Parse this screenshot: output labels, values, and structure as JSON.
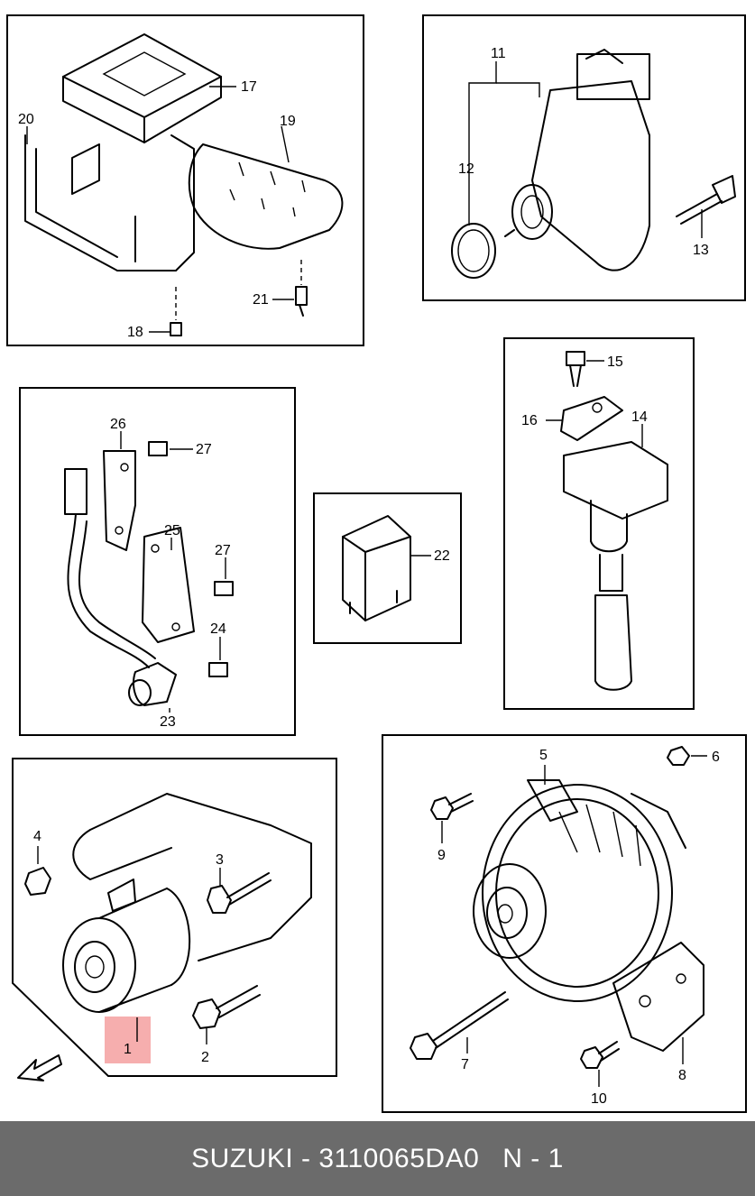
{
  "diagram": {
    "labels": {
      "l1": "1",
      "l2": "2",
      "l3": "3",
      "l4": "4",
      "l5": "5",
      "l6": "6",
      "l7": "7",
      "l8": "8",
      "l9": "9",
      "l10": "10",
      "l11": "11",
      "l12": "12",
      "l13": "13",
      "l14": "14",
      "l15": "15",
      "l16": "16",
      "l17": "17",
      "l18": "18",
      "l19": "19",
      "l20": "20",
      "l21": "21",
      "l22": "22",
      "l23": "23",
      "l24": "24",
      "l25": "25",
      "l26": "26",
      "l27a": "27",
      "l27b": "27"
    },
    "highlight_color": "#f4a0a0"
  },
  "footer": {
    "brand": "SUZUKI",
    "part_number": "3110065DA0",
    "position": "N - 1",
    "background": "#6b6b6b"
  }
}
